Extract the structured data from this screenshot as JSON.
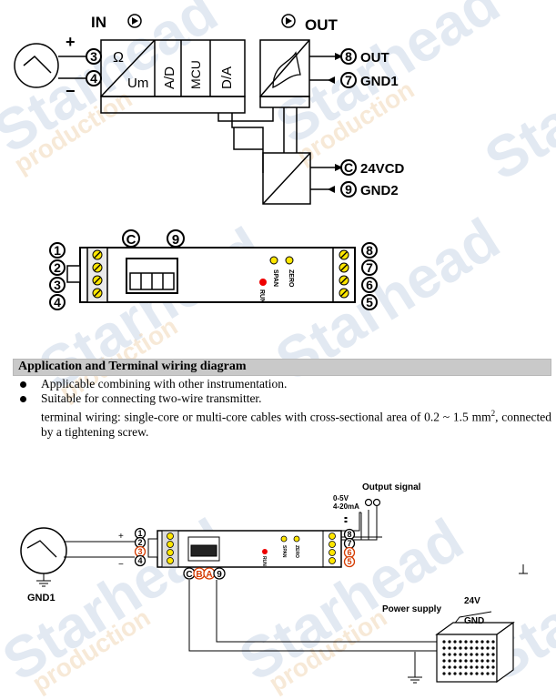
{
  "top_diagram": {
    "in_label": "IN",
    "out_label": "OUT",
    "plus": "+",
    "minus": "−",
    "blocks": {
      "omega": "Ω",
      "um": "Um",
      "ad": "A/D",
      "mcu": "MCU",
      "da": "D/A"
    },
    "terminals_left": [
      "3",
      "4"
    ],
    "out_terminals": [
      {
        "num": "8",
        "label": "OUT"
      },
      {
        "num": "7",
        "label": "GND1"
      }
    ],
    "power_terminals": [
      {
        "num": "C",
        "label": "24VCD"
      },
      {
        "num": "9",
        "label": "GND2"
      }
    ]
  },
  "module": {
    "top_labels": [
      "C",
      "9"
    ],
    "left_terminals": [
      "1",
      "2",
      "3",
      "4"
    ],
    "right_terminals": [
      "8",
      "7",
      "6",
      "5"
    ],
    "zero": "ZERO",
    "span": "SPAN",
    "run": "RUN"
  },
  "section": {
    "title": "Application and Terminal wiring diagram",
    "bullets": [
      "Applicable combining with other instrumentation.",
      "Suitable for connecting two-wire transmitter."
    ],
    "note_part1": "terminal wiring: single-core or multi-core cables with cross-sectional area of 0.2 ~ 1.5 mm",
    "note_sup": "2",
    "note_part2": ", connected by a tightening screw."
  },
  "wiring": {
    "output_signal": "Output signal",
    "range1": "0-5V",
    "range2": "4-20mA",
    "plus": "+",
    "minus": "−",
    "gnd1": "GND1",
    "left_terminals": [
      "1",
      "2",
      "3",
      "4"
    ],
    "right_terminals": [
      "8",
      "7",
      "6",
      "5"
    ],
    "bottom_terminals": [
      "C",
      "B",
      "A",
      "9"
    ],
    "power_supply": "Power supply",
    "v24": "24V",
    "gnd": "GND",
    "zero": "ZERO",
    "span": "SPAN",
    "run": "RUN"
  },
  "watermark": {
    "brand": "Starhead",
    "sub": "production"
  }
}
